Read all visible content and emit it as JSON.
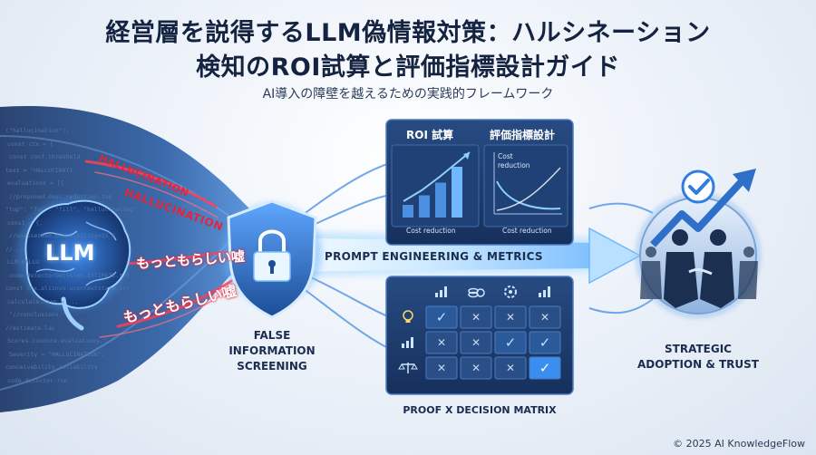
{
  "title": {
    "line1": "経営層を説得するLLM偽情報対策：ハルシネーション",
    "line2": "検知のROI試算と評価指標設計ガイド",
    "subtitle": "AI導入の障壁を越えるための実践的フレームワーク"
  },
  "left": {
    "brain_label": "LLM",
    "hallucination_top": "HALLUCINATION",
    "hallucination_mid": "HALLUCINATION",
    "plausible_lie_1": "もっともらしい嘘",
    "plausible_lie_2": "もっともらしい嘘",
    "code_lines": [
      "(\"hallucination\"),",
      "const ctx = {",
      "const conf.threshold",
      "text = \"HALLUCINATI",
      "evaluations = [{",
      "  //proposed.desc.reduction.top",
      "  \"top\": \"for\": \"fill\", \"hallucinating\"",
      "const  = {.",
      "  //unassessed.plausibility=15_s",
      "  //...",
      "LLM-HALLU",
      "code.detectorDecision.ESTIMATE.* {",
      "const ctx.aliinus.ucontextstate.str",
      "calculate.harm = ...",
      "  \"//conclusions.\"",
      "  //estimate.lac",
      "Scores.cunonce.evaluations.\"",
      "Severity = \"HALLUCINATION\",",
      "  conceivability.reliability",
      "code.detector.run"
    ]
  },
  "shield": {
    "caption_lines": [
      "FALSE",
      "INFORMATION",
      "SCREENING"
    ]
  },
  "arrow_label": "PROMPT ENGINEERING & METRICS",
  "roi_panel": {
    "heading_left": "ROI 試算",
    "heading_right": "評価指標設計",
    "left_chart": {
      "caption": "Cost reduction",
      "bars": [
        0.2,
        0.35,
        0.55,
        0.8
      ]
    },
    "right_chart": {
      "inner_label_1": "Cost",
      "inner_label_2": "reduction",
      "caption": "Cost reduction"
    }
  },
  "matrix": {
    "caption": "PROOF X DECISION MATRIX",
    "header_icons": [
      "bar-chart-icon",
      "coins-icon",
      "gear-chart-icon",
      "bar-chart-icon"
    ],
    "row_icons": [
      "lightbulb-icon",
      "bar-chart-icon",
      "scales-icon"
    ],
    "rows": [
      [
        "check",
        "cross",
        "cross",
        "cross"
      ],
      [
        "cross",
        "cross",
        "check",
        "check"
      ],
      [
        "cross",
        "cross",
        "cross",
        "check"
      ]
    ],
    "check_glyph": "✓",
    "cross_glyph": "✕"
  },
  "result": {
    "caption_lines": [
      "STRATEGIC",
      "ADOPTION & TRUST"
    ]
  },
  "copyright": "© 2025 AI KnowledgeFlow",
  "colors": {
    "navy": "#15294a",
    "mid_blue": "#2d5c9a",
    "bright_blue": "#4a9eff",
    "glow": "#bfe4ff",
    "red": "#d8283a",
    "check": "#2f8de8"
  }
}
